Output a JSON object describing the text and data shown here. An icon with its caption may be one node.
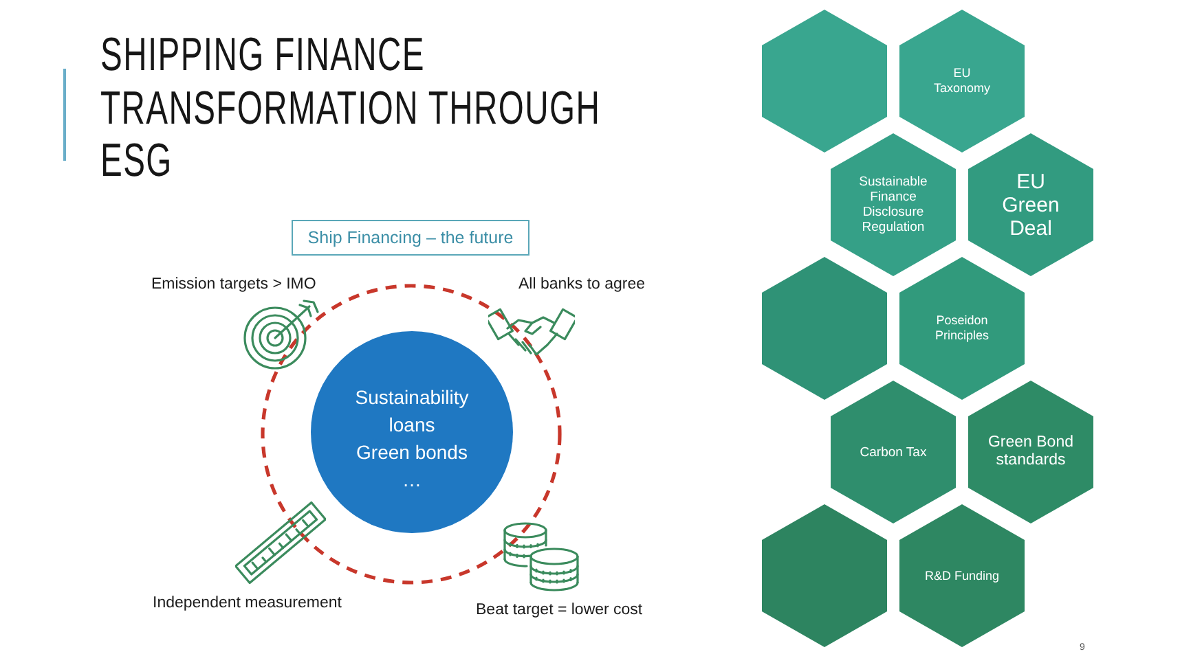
{
  "diagram": {
    "title": "SHIPPING FINANCE TRANSFORMATION THROUGH ESG",
    "nodes": [
      {
        "text": [
          "Ship Financing – the future"
        ]
      },
      {
        "text": [
          "Sustainability loans",
          "Green bonds",
          "…"
        ]
      },
      {
        "text": [],
        "shape": "hexagon"
      },
      {
        "text": [
          "EU Taxonomy"
        ]
      },
      {
        "text": [
          "Sustainable Finance Disclosure Regulation"
        ]
      },
      {
        "text": [
          "EU Green Deal"
        ]
      },
      {
        "text": [],
        "shape": "hexagon"
      },
      {
        "text": [
          "Poseidon Principles"
        ]
      },
      {
        "text": [
          "Carbon Tax"
        ]
      },
      {
        "text": [
          "Green Bond standards"
        ]
      },
      {
        "text": [],
        "shape": "hexagon"
      },
      {
        "text": [
          "R&D Funding"
        ]
      }
    ],
    "labels": [
      "Emission targets > IMO",
      "All banks to agree",
      "Independent measurement",
      "Beat target = lower cost",
      "9"
    ]
  }
}
